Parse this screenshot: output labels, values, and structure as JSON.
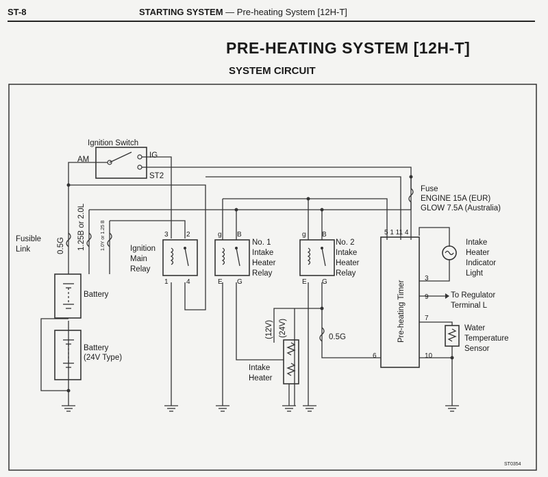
{
  "header": {
    "page_code": "ST-8",
    "section": "STARTING SYSTEM",
    "separator": " — ",
    "subsection": "Pre-heating System [12H-T]"
  },
  "title": "PRE-HEATING SYSTEM [12H-T]",
  "subtitle": "SYSTEM CIRCUIT",
  "diagram": {
    "ignition_switch": "Ignition Switch",
    "am": "AM",
    "ig": "IG",
    "st2": "ST2",
    "fusible_link_1": "Fusible",
    "fusible_link_2": "Link",
    "wire_05g": "0.5G",
    "wire_125b_20l": "1.25B or 2.0L",
    "wire_10y_125b": "1.0Y or 1.25 B",
    "battery": "Battery",
    "battery24_1": "Battery",
    "battery24_2": "(24V Type)",
    "ig_relay_1": "Ignition",
    "ig_relay_2": "Main",
    "ig_relay_3": "Relay",
    "relay1_1": "No. 1",
    "relay1_2": "Intake",
    "relay1_3": "Heater",
    "relay1_4": "Relay",
    "relay2_1": "No. 2",
    "relay2_2": "Intake",
    "relay2_3": "Heater",
    "relay2_4": "Relay",
    "pin_3": "3",
    "pin_2": "2",
    "pin_1": "1",
    "pin_4": "4",
    "pin_g": "g",
    "pin_b": "B",
    "pin_e": "E",
    "pin_gg": "G",
    "fuse_1": "Fuse",
    "fuse_2": "ENGINE 15A (EUR)",
    "fuse_3": "GLOW 7.5A (Australia)",
    "timer_pins_top": "5  1  11  4",
    "timer_label": "Pre-heating Timer",
    "pin_t3": "3",
    "pin_t9": "9",
    "pin_t7": "7",
    "pin_t6": "6",
    "pin_t10": "10",
    "indicator_1": "Intake",
    "indicator_2": "Heater",
    "indicator_3": "Indicator",
    "indicator_4": "Light",
    "regulator_1": "To Regulator",
    "regulator_2": "Terminal L",
    "water_1": "Water",
    "water_2": "Temperature",
    "water_3": "Sensor",
    "v12": "(12V)",
    "v24": "(24V)",
    "wire_05g_b": "0.5G",
    "intake_heater_1": "Intake",
    "intake_heater_2": "Heater",
    "code": "ST0354"
  }
}
